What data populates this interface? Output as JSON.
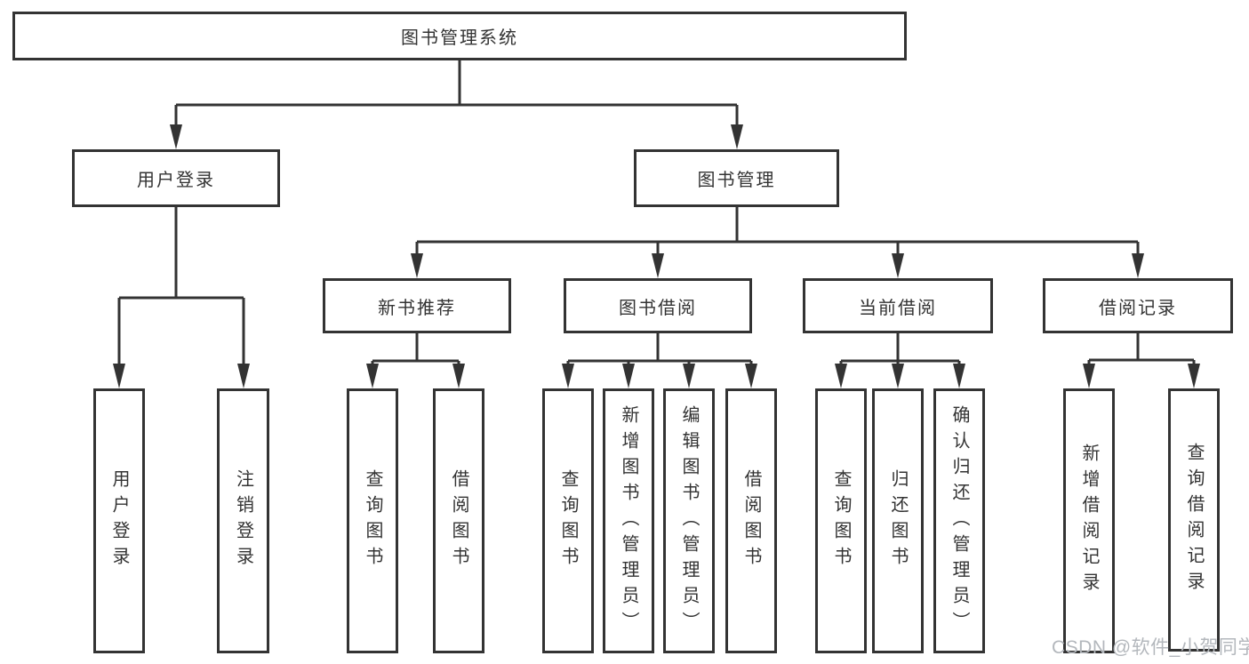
{
  "tree": {
    "label": "图书管理系统",
    "children": [
      {
        "label": "用户登录",
        "children": [
          {
            "label": "用户登录"
          },
          {
            "label": "注销登录"
          }
        ]
      },
      {
        "label": "图书管理",
        "children": [
          {
            "label": "新书推荐",
            "children": [
              {
                "label": "查询图书"
              },
              {
                "label": "借阅图书"
              }
            ]
          },
          {
            "label": "图书借阅",
            "children": [
              {
                "label": "查询图书"
              },
              {
                "label": "新增图书（管理员）"
              },
              {
                "label": "编辑图书（管理员）"
              },
              {
                "label": "借阅图书"
              }
            ]
          },
          {
            "label": "当前借阅",
            "children": [
              {
                "label": "查询图书"
              },
              {
                "label": "归还图书"
              },
              {
                "label": "确认归还（管理员）"
              }
            ]
          },
          {
            "label": "借阅记录",
            "children": [
              {
                "label": "新增借阅记录"
              },
              {
                "label": "查询借阅记录"
              }
            ]
          }
        ]
      }
    ]
  },
  "watermark": {
    "text": "CSDN @软件_小贺同学"
  },
  "colors": {
    "line": "#333333",
    "text": "#333333",
    "watermark": "#b3b7bc",
    "background": "#ffffff"
  }
}
